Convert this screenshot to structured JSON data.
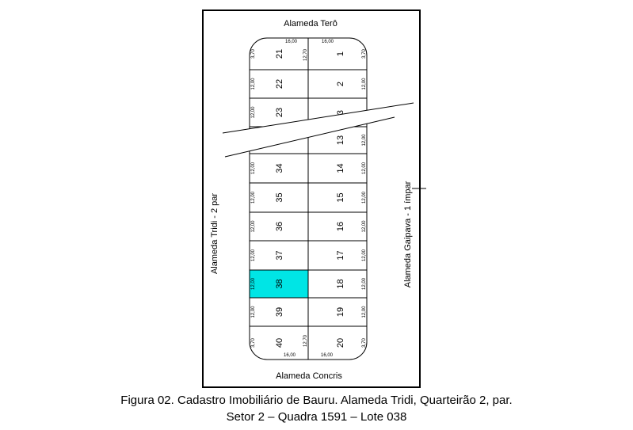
{
  "streets": {
    "north": "Alameda Terô",
    "south": "Alameda Concris",
    "west": "Alameda Tridi - 2 par",
    "east": "Alameda Gaipava - 1 ímpar"
  },
  "highlight_color": "#00e5e5",
  "highlighted_lot": "38",
  "left_lots": [
    {
      "number": "21",
      "dim": "3,70"
    },
    {
      "number": "22",
      "dim": "12,00"
    },
    {
      "number": "23",
      "dim": "12,00"
    },
    {
      "number": "",
      "dim": ""
    },
    {
      "number": "34",
      "dim": "12,00"
    },
    {
      "number": "35",
      "dim": "12,00"
    },
    {
      "number": "36",
      "dim": "12,00"
    },
    {
      "number": "37",
      "dim": "12,00"
    },
    {
      "number": "38",
      "dim": "12,00"
    },
    {
      "number": "39",
      "dim": "12,00"
    },
    {
      "number": "40",
      "dim": "3,70"
    }
  ],
  "right_lots": [
    {
      "number": "1",
      "dim": "3,70"
    },
    {
      "number": "2",
      "dim": "12,00"
    },
    {
      "number": "3",
      "dim": ""
    },
    {
      "number": "13",
      "dim": "12,00"
    },
    {
      "number": "14",
      "dim": "12,00"
    },
    {
      "number": "15",
      "dim": "12,00"
    },
    {
      "number": "16",
      "dim": "12,00"
    },
    {
      "number": "17",
      "dim": "12,00"
    },
    {
      "number": "18",
      "dim": "12,00"
    },
    {
      "number": "19",
      "dim": "12,00"
    },
    {
      "number": "20",
      "dim": "3,70"
    }
  ],
  "frontage": {
    "top_left": "16,00",
    "top_right": "16,00",
    "bottom_left": "16,00",
    "bottom_right": "16,00",
    "center_top": "12,70",
    "center_bottom": "12,70"
  },
  "caption": {
    "line1": "Figura 02. Cadastro Imobiliário de Bauru. Alameda Tridi, Quarteirão 2, par.",
    "line2": "Setor 2 – Quadra 1591 – Lote 038"
  }
}
